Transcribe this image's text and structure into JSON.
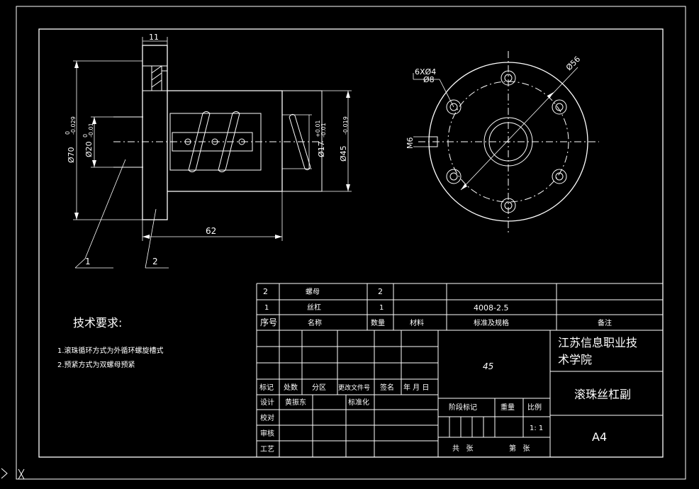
{
  "drawing": {
    "dims": {
      "d70": "Ø70",
      "d70_tol_up": "0",
      "d70_tol_lo": "-0.029",
      "d20": "Ø20",
      "d20_tol_up": "0",
      "d20_tol_lo": "-0.01",
      "d17": "Ø17",
      "d17_tol_up": "+0.01",
      "d17_tol_lo": "-0.01",
      "d45": "Ø45",
      "d45_tol_lo": "-0.019",
      "w11": "11",
      "l62": "62",
      "holes": "6XØ4",
      "cbore": "Ø8",
      "pcd": "Ø56",
      "m6": "M6"
    },
    "balloons": [
      "1",
      "2"
    ]
  },
  "notes": {
    "title": "技术要求:",
    "items": [
      "1.滚珠循环方式为外循环螺旋槽式",
      "2.预紧方式为双螺母预紧"
    ]
  },
  "bom": {
    "rows": [
      {
        "no": "2",
        "name": "螺母",
        "qty": "2",
        "material": "",
        "spec": "",
        "remark": ""
      },
      {
        "no": "1",
        "name": "丝杠",
        "qty": "1",
        "material": "",
        "spec": "4008-2.5",
        "remark": ""
      }
    ],
    "header": {
      "no": "序号",
      "name": "名称",
      "qty": "数量",
      "material": "材料",
      "spec": "标准及规格",
      "remark": "备注"
    }
  },
  "title_block": {
    "school": [
      "江苏信息职业技",
      "术学院"
    ],
    "part_name": "滚珠丝杠副",
    "sheet": "A4",
    "material_code": "45",
    "rev_headers": [
      "标记",
      "处数",
      "分区",
      "更改文件号",
      "签名",
      "年 月 日"
    ],
    "roles": [
      "设计",
      "校对",
      "审核",
      "工艺"
    ],
    "designer": "黄振东",
    "standardize": "标准化",
    "stage_label": "阶段标记",
    "weight_label": "重量",
    "scale_label": "比例",
    "scale_value": "1: 1",
    "total_sheets": "共   张",
    "sheet_no": "第   张"
  }
}
